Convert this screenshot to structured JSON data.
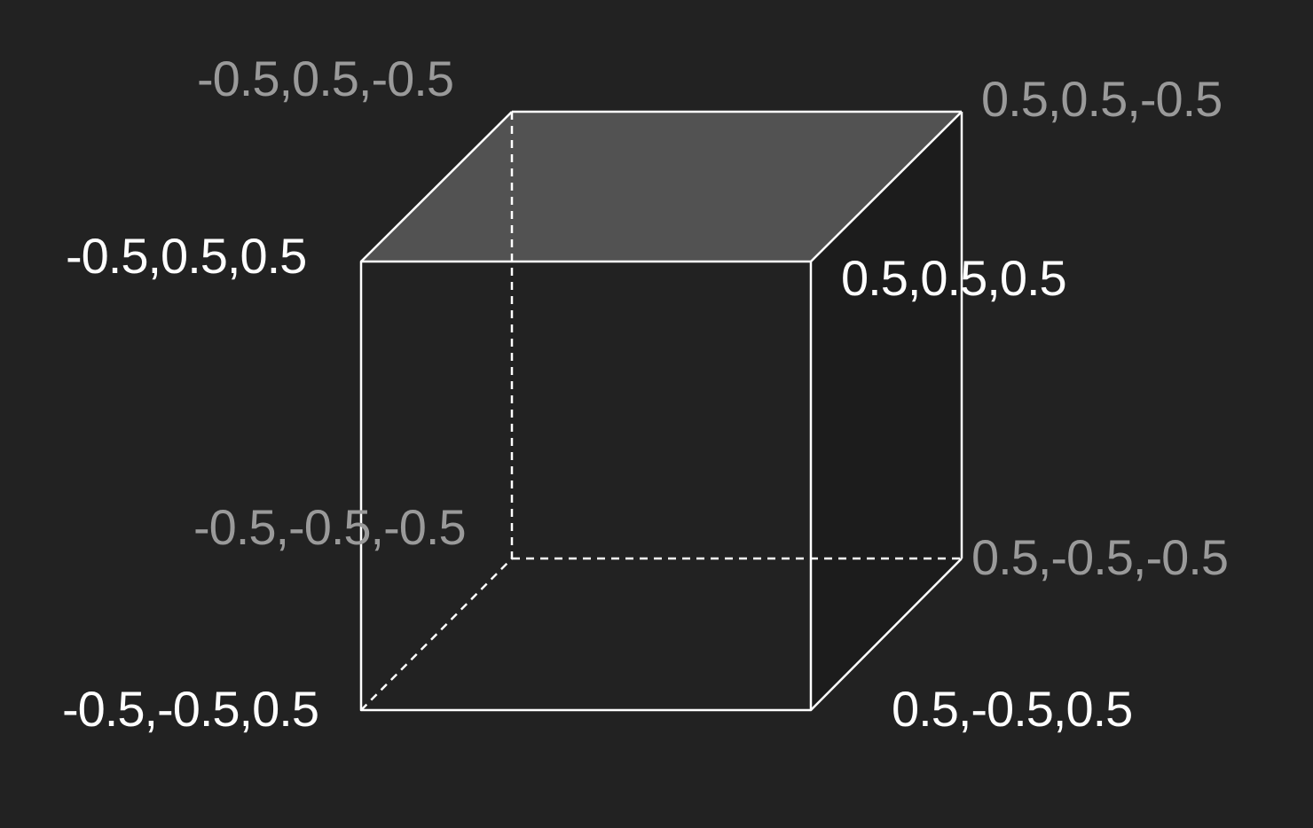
{
  "colors": {
    "background": "#222222",
    "edge": "#ffffff",
    "top_face": "#525252",
    "right_face": "#1c1c1c",
    "label_front": "#ffffff",
    "label_back": "#9a9a9a"
  },
  "vertices": {
    "front_top_left": "-0.5,0.5,0.5",
    "front_top_right": "0.5,0.5,0.5",
    "front_bottom_left": "-0.5,-0.5,0.5",
    "front_bottom_right": "0.5,-0.5,0.5",
    "back_top_left": "-0.5,0.5,-0.5",
    "back_top_right": "0.5,0.5,-0.5",
    "back_bottom_left": "-0.5,-0.5,-0.5",
    "back_bottom_right": "0.5,-0.5,-0.5"
  }
}
